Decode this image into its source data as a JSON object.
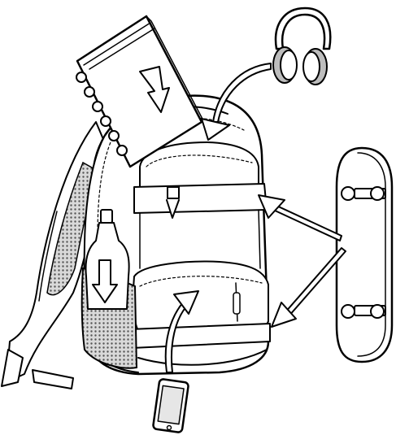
{
  "illustration": {
    "subject": "backpack",
    "items": [
      {
        "name": "notebook",
        "icon": "notebook-icon"
      },
      {
        "name": "headphones",
        "icon": "headphones-icon"
      },
      {
        "name": "skateboard",
        "icon": "skateboard-icon"
      },
      {
        "name": "water-bottle",
        "icon": "bottle-icon"
      },
      {
        "name": "smartphone",
        "icon": "phone-icon"
      }
    ],
    "colors": {
      "line": "#000000",
      "fill": "#ffffff",
      "shade": "#bdbdbd"
    }
  }
}
